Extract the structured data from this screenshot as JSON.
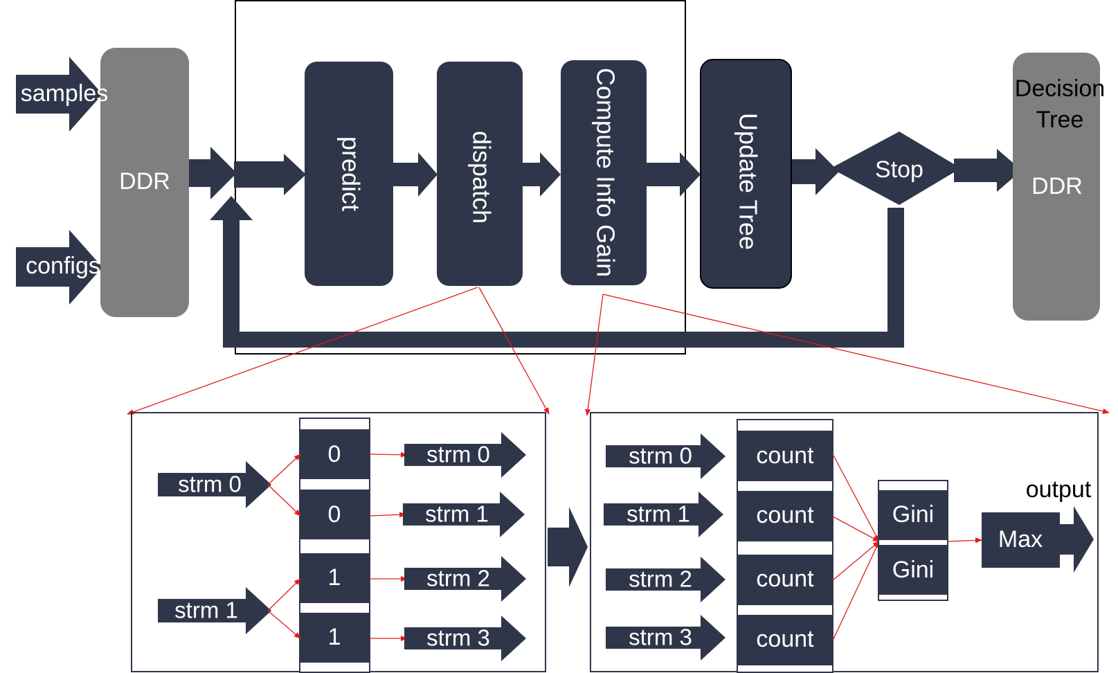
{
  "top": {
    "inputs": [
      "samples",
      "configs"
    ],
    "ddr_in": "DDR",
    "stages": [
      "predict",
      "dispatch",
      "Compute Info Gain",
      "Update Tree"
    ],
    "stop": "Stop",
    "output_title_line1": "Decision",
    "output_title_line2": "Tree",
    "ddr_out": "DDR"
  },
  "dispatch": {
    "in_streams": [
      "strm 0",
      "strm 1"
    ],
    "cells": [
      "0",
      "0",
      "1",
      "1"
    ],
    "out_streams": [
      "strm 0",
      "strm 1",
      "strm 2",
      "strm 3"
    ]
  },
  "gain": {
    "in_streams": [
      "strm 0",
      "strm 1",
      "strm 2",
      "strm 3"
    ],
    "counts": [
      "count",
      "count",
      "count",
      "count"
    ],
    "gini": [
      "Gini",
      "Gini"
    ],
    "max": "Max",
    "output": "output"
  },
  "colors": {
    "dark": "#30364a",
    "gray": "#7f7f7f",
    "red": "#e41b1b"
  }
}
